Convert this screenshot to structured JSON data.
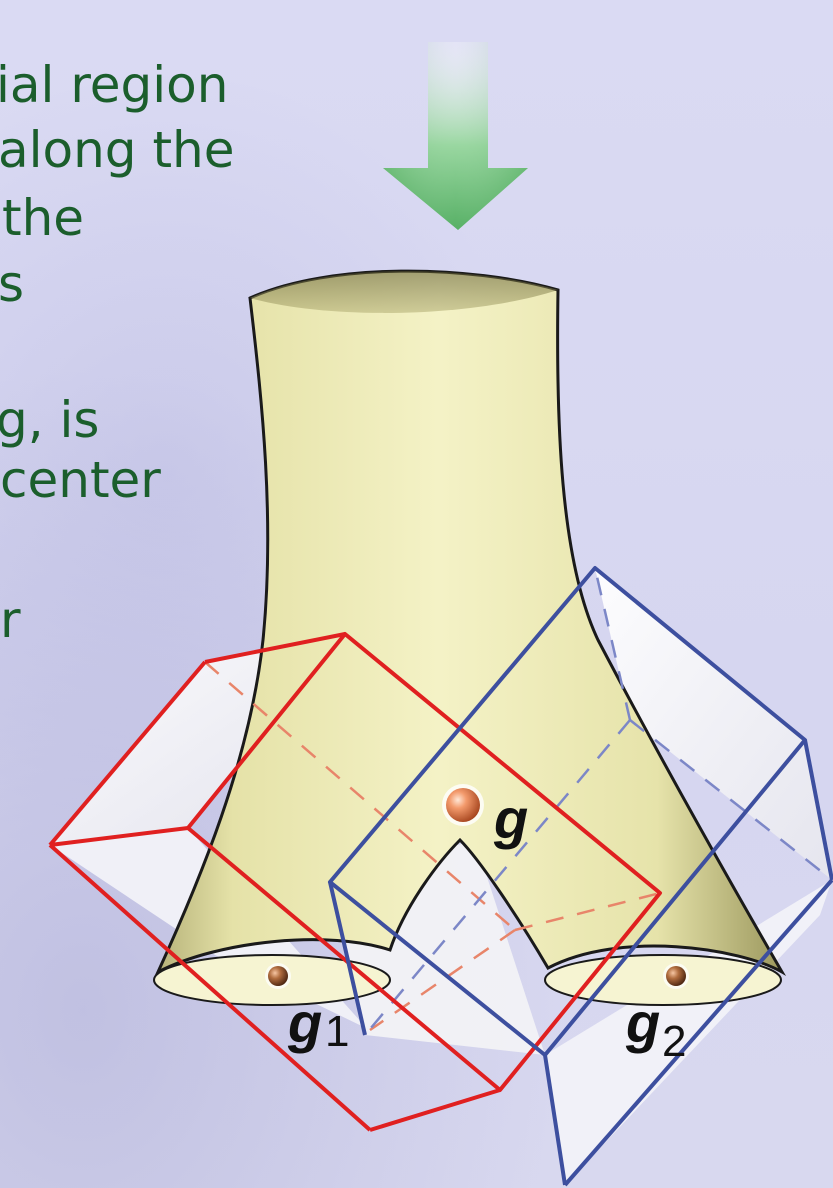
{
  "caption_fragments": [
    "ial region",
    "along the",
    "the",
    "s",
    "g, is",
    "center",
    "",
    "r"
  ],
  "labels": {
    "g": "g",
    "g1_base": "g",
    "g1_sub": "1",
    "g2_base": "g",
    "g2_sub": "2"
  },
  "colors": {
    "caption": "#1b5e2c",
    "arrow": "#5cba6a",
    "surface": "#ecebb6",
    "box1": "#e02020",
    "box2": "#3d4f9f",
    "point": "#e07a4a"
  }
}
